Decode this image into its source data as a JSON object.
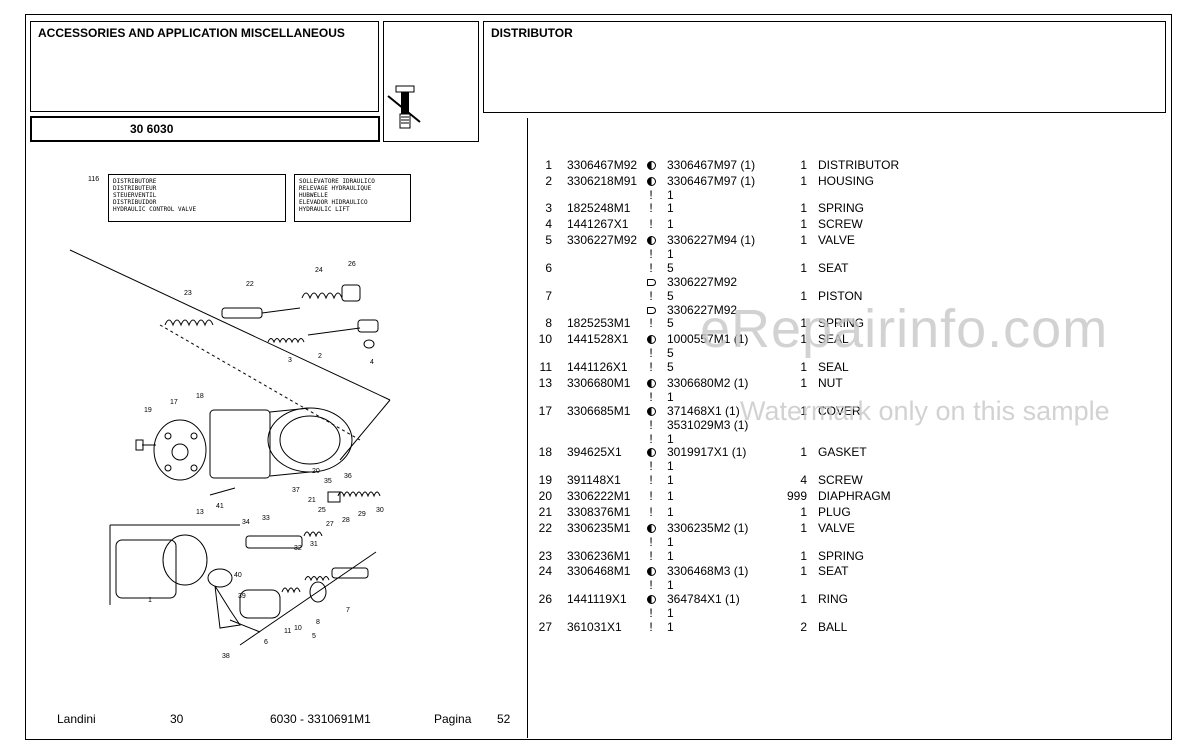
{
  "header": {
    "section_title": "ACCESSORIES AND APPLICATION MISCELLANEOUS",
    "group_code": "30 6030",
    "part_title": "DISTRIBUTOR"
  },
  "figure": {
    "number": "116",
    "legend_left": [
      "DISTRIBUTORE",
      "",
      "DISTRIBUTEUR",
      "STEUERVENTIL",
      "DISTRIBUIDOR",
      "HYDRAULIC CONTROL VALVE"
    ],
    "legend_right": [
      "SOLLEVATORE IDRAULICO",
      "",
      "RELEVAGE HYDRAULIQUE",
      "HUBWELLE",
      "ELEVADOR HIDRAULICO",
      "HYDRAULIC LIFT"
    ],
    "callouts": [
      "23",
      "22",
      "24",
      "26",
      "2",
      "3",
      "4",
      "18",
      "17",
      "19",
      "1",
      "20",
      "37",
      "35",
      "36",
      "21",
      "25",
      "41",
      "13",
      "27",
      "28",
      "29",
      "30",
      "34",
      "33",
      "32",
      "31",
      "40",
      "39",
      "38",
      "6",
      "11",
      "10",
      "8",
      "5",
      "7"
    ]
  },
  "parts": [
    {
      "no": "1",
      "pn": "3306467M92",
      "sym": "dot",
      "v1": "3306467M97  (1)",
      "sym2": "",
      "v2": "",
      "qty": "1",
      "desc": "DISTRIBUTOR"
    },
    {
      "no": "2",
      "pn": "3306218M91",
      "sym": "dot",
      "v1": "3306467M97  (1)",
      "sym2": "!",
      "v2": "1",
      "qty": "1",
      "desc": "HOUSING"
    },
    {
      "no": "3",
      "pn": "1825248M1",
      "sym": "!",
      "v1": "1",
      "sym2": "",
      "v2": "",
      "qty": "1",
      "desc": "SPRING"
    },
    {
      "no": "4",
      "pn": "1441267X1",
      "sym": "!",
      "v1": "1",
      "sym2": "",
      "v2": "",
      "qty": "1",
      "desc": "SCREW"
    },
    {
      "no": "5",
      "pn": "3306227M92",
      "sym": "dot",
      "v1": "3306227M94  (1)",
      "sym2": "!",
      "v2": "1",
      "qty": "1",
      "desc": "VALVE"
    },
    {
      "no": "6",
      "pn": "",
      "sym": "!",
      "v1": "5",
      "sym2": "tag",
      "v2": "3306227M92",
      "qty": "1",
      "desc": "SEAT"
    },
    {
      "no": "7",
      "pn": "",
      "sym": "!",
      "v1": "5",
      "sym2": "tag",
      "v2": "3306227M92",
      "qty": "1",
      "desc": "PISTON"
    },
    {
      "no": "8",
      "pn": "1825253M1",
      "sym": "!",
      "v1": "5",
      "sym2": "",
      "v2": "",
      "qty": "1",
      "desc": "SPRING"
    },
    {
      "no": "10",
      "pn": "1441528X1",
      "sym": "dot",
      "v1": "1000557M1  (1)",
      "sym2": "!",
      "v2": "5",
      "qty": "1",
      "desc": "SEAL"
    },
    {
      "no": "11",
      "pn": "1441126X1",
      "sym": "!",
      "v1": "5",
      "sym2": "",
      "v2": "",
      "qty": "1",
      "desc": "SEAL"
    },
    {
      "no": "13",
      "pn": "3306680M1",
      "sym": "dot",
      "v1": "3306680M2  (1)",
      "sym2": "!",
      "v2": "1",
      "qty": "1",
      "desc": "NUT"
    },
    {
      "no": "17",
      "pn": "3306685M1",
      "sym": "dot",
      "v1": "371468X1  (1)",
      "sym2": "!",
      "v2": " 3531029M3  (1)",
      "v3": "1",
      "qty": "1",
      "desc": "COVER"
    },
    {
      "no": "18",
      "pn": "394625X1",
      "sym": "dot",
      "v1": "3019917X1  (1)",
      "sym2": "!",
      "v2": "1",
      "qty": "1",
      "desc": "GASKET"
    },
    {
      "no": "19",
      "pn": "391148X1",
      "sym": "!",
      "v1": "1",
      "sym2": "",
      "v2": "",
      "qty": "4",
      "desc": "SCREW"
    },
    {
      "no": "20",
      "pn": "3306222M1",
      "sym": "!",
      "v1": "1",
      "sym2": "",
      "v2": "",
      "qty": "999",
      "desc": "DIAPHRAGM"
    },
    {
      "no": "21",
      "pn": "3308376M1",
      "sym": "!",
      "v1": "1",
      "sym2": "",
      "v2": "",
      "qty": "1",
      "desc": "PLUG"
    },
    {
      "no": "22",
      "pn": "3306235M1",
      "sym": "dot",
      "v1": "3306235M2  (1)",
      "sym2": "!",
      "v2": "1",
      "qty": "1",
      "desc": "VALVE"
    },
    {
      "no": "23",
      "pn": "3306236M1",
      "sym": "!",
      "v1": "1",
      "sym2": "",
      "v2": "",
      "qty": "1",
      "desc": "SPRING"
    },
    {
      "no": "24",
      "pn": "3306468M1",
      "sym": "dot",
      "v1": "3306468M3  (1)",
      "sym2": "!",
      "v2": "1",
      "qty": "1",
      "desc": "SEAT"
    },
    {
      "no": "26",
      "pn": "1441119X1",
      "sym": "dot",
      "v1": "364784X1  (1)",
      "sym2": "!",
      "v2": "1",
      "qty": "1",
      "desc": "RING"
    },
    {
      "no": "27",
      "pn": "361031X1",
      "sym": "!",
      "v1": "1",
      "sym2": "",
      "v2": "",
      "qty": "2",
      "desc": "BALL"
    }
  ],
  "footer": {
    "brand": "Landini",
    "section": "30",
    "model_ref": "6030 - 3310691M1",
    "page_label": "Pagina",
    "page_number": "52"
  },
  "watermark": {
    "site": "eRepairinfo.com",
    "note": "Watermark only on this sample"
  }
}
